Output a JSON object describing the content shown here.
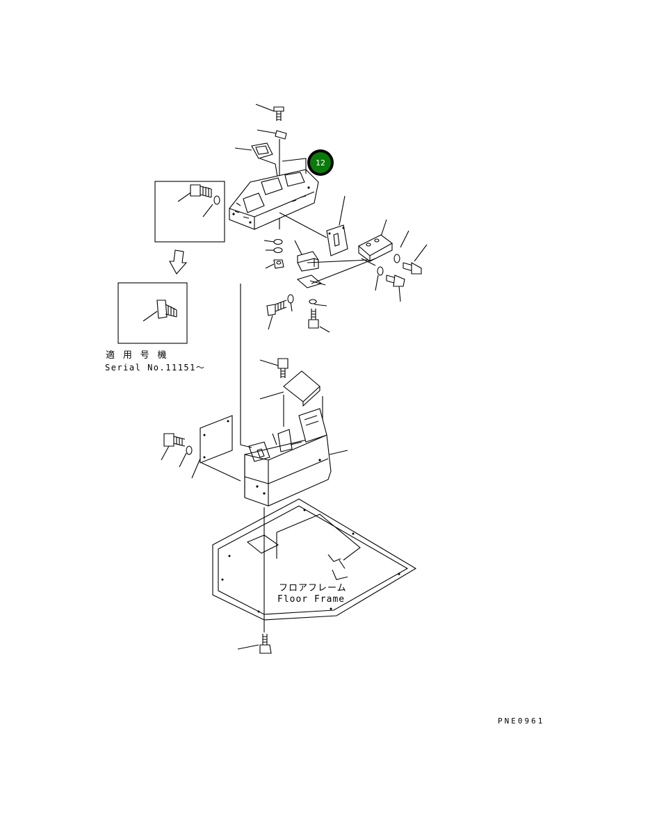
{
  "diagram": {
    "callout": {
      "label": "12",
      "color": "#0a7a0a"
    },
    "inset_labels": {
      "jp": "適 用 号 機",
      "en": "Serial No.11151～"
    },
    "floor_labels": {
      "jp": "フロアフレーム",
      "en": "Floor Frame"
    },
    "drawing_code": "PNE0961"
  }
}
